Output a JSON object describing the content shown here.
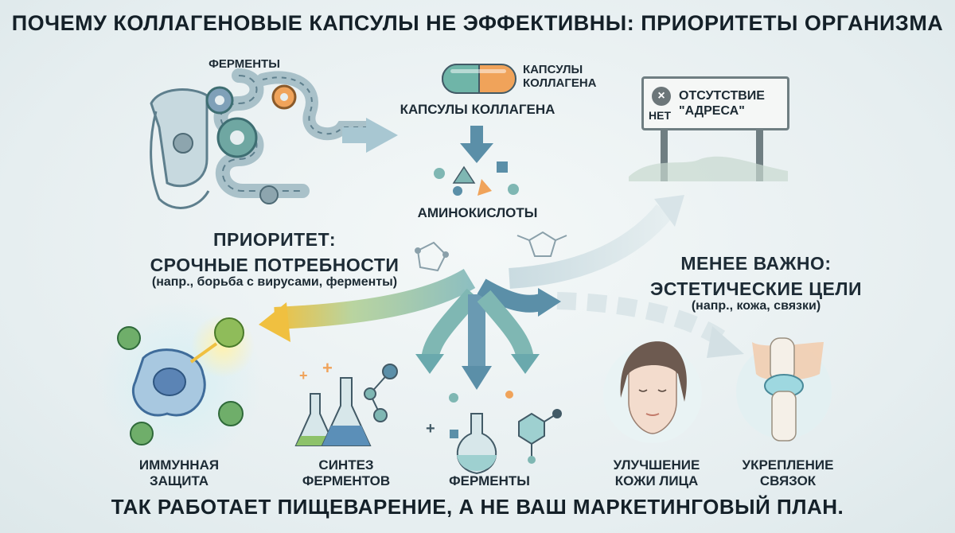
{
  "title": "ПОЧЕМУ КОЛЛАГЕНОВЫЕ КАПСУЛЫ НЕ ЭФФЕКТИВНЫ: ПРИОРИТЕТЫ ОРГАНИЗМА",
  "digestion": {
    "enzymes_label": "ФЕРМЕНТЫ"
  },
  "capsule": {
    "side_label_line1": "КАПСУЛЫ",
    "side_label_line2": "КОЛЛАГЕНА",
    "main_label": "КАПСУЛЫ КОЛЛАГЕНА"
  },
  "amino": {
    "label": "АМИНОКИСЛОТЫ"
  },
  "sign": {
    "icon": "x-icon",
    "net_label": "НЕТ",
    "text_line1": "ОТСУТСТВИЕ",
    "text_line2": "\"АДРЕСА\""
  },
  "priority": {
    "heading_line1": "ПРИОРИТЕТ:",
    "heading_line2": "СРОЧНЫЕ ПОТРЕБНОСТИ",
    "note": "(напр., борьба с вирусами, ферменты)"
  },
  "less_important": {
    "heading_line1": "МЕНЕЕ ВАЖНО:",
    "heading_line2": "ЭСТЕТИЧЕСКИЕ ЦЕЛИ",
    "note": "(напр., кожа, связки)"
  },
  "outcomes": {
    "immune_line1": "ИММУННАЯ",
    "immune_line2": "ЗАЩИТА",
    "synthesis_line1": "СИНТЕЗ",
    "synthesis_line2": "ФЕРМЕНТОВ",
    "enzymes": "ФЕРМЕНТЫ",
    "skin_line1": "УЛУЧШЕНИЕ",
    "skin_line2": "КОЖИ ЛИЦА",
    "ligament_line1": "УКРЕПЛЕНИЕ",
    "ligament_line2": "СВЯЗОК"
  },
  "footer": "ТАК РАБОТАЕТ ПИЩЕВАРЕНИЕ, А НЕ ВАШ МАРКЕТИНГОВЫЙ ПЛАН.",
  "colors": {
    "arrow_blue": "#5b8fa8",
    "arrow_teal": "#7fb7b3",
    "arrow_yellow": "#f0c040",
    "capsule_teal": "#6fb5a8",
    "capsule_orange": "#f0a35a",
    "virus_green": "#4f9a5a",
    "cell_blue": "#5b84b5"
  }
}
